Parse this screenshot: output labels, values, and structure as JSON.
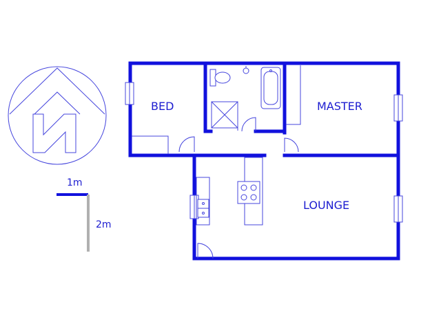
{
  "rooms": {
    "bed": "BED",
    "master": "MASTER",
    "lounge": "LOUNGE"
  },
  "scale": {
    "horizontal_label": "1m",
    "vertical_label": "2m"
  },
  "compass": {
    "letter": "N"
  },
  "colors": {
    "walls": "#1111dd",
    "lines": "#4444dd",
    "scale_vertical": "#b0b0b0"
  }
}
